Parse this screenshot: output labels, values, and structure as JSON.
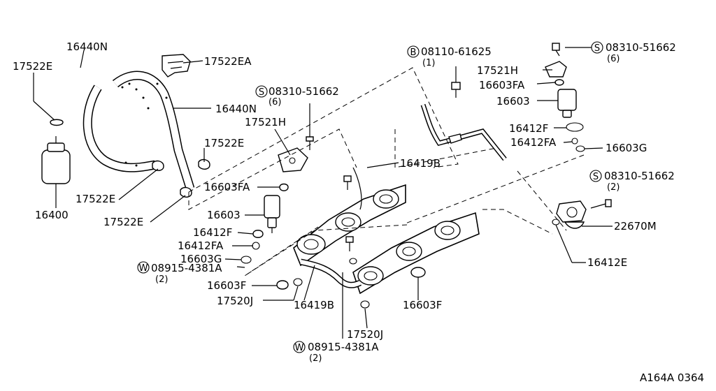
{
  "diagram": {
    "code": "A164A 0364",
    "labels": {
      "p16440N_top": "16440N",
      "p17522E_tl": "17522E",
      "p17522EA": "17522EA",
      "p16440N_mid": "16440N",
      "p17522E_mid": "17522E",
      "p17522E_low1": "17522E",
      "p17522E_low2": "17522E",
      "p16400": "16400",
      "s08310_a": "08310-51662",
      "s08310_a_qty": "(6)",
      "p17521H_a": "17521H",
      "p16603FA_a": "16603FA",
      "p16603_a": "16603",
      "p16412F_a": "16412F",
      "p16412FA_a": "16412FA",
      "p16603G_a": "16603G",
      "w08915_a": "08915-4381A",
      "w08915_a_qty": "(2)",
      "p16603F_a": "16603F",
      "p17520J_a": "17520J",
      "p16419B_a": "16419B",
      "p16419B_b": "16419B",
      "p17520J_b": "17520J",
      "w08915_b": "08915-4381A",
      "w08915_b_qty": "(2)",
      "b08110": "08110-61625",
      "b08110_qty": "(1)",
      "s08310_b": "08310-51662",
      "s08310_b_qty": "(6)",
      "p17521H_b": "17521H",
      "p16603FA_b": "16603FA",
      "p16603_b": "16603",
      "p16412F_b": "16412F",
      "p16412FA_b": "16412FA",
      "p16603G_b": "16603G",
      "s08310_c": "08310-51662",
      "s08310_c_qty": "(2)",
      "p22670M": "22670M",
      "p16412E": "16412E",
      "p16603F_b": "16603F"
    },
    "markers": {
      "s": "S",
      "w": "W",
      "b": "B"
    }
  }
}
